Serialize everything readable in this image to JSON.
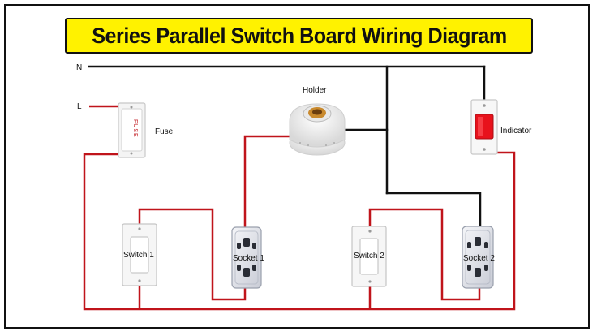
{
  "title": "Series Parallel Switch Board Wiring Diagram",
  "labels": {
    "neutral": "N",
    "live": "L",
    "fuse": "Fuse",
    "fuse_text": "FUSE",
    "holder": "Holder",
    "indicator": "Indicator",
    "switch1": "Switch 1",
    "socket1": "Socket 1",
    "switch2": "Switch 2",
    "socket2": "Socket 2"
  },
  "colors": {
    "title_background": "#fff200",
    "live_wire": "#c0141b",
    "neutral_wire": "#111111",
    "indicator_lamp": "#e8121c"
  }
}
